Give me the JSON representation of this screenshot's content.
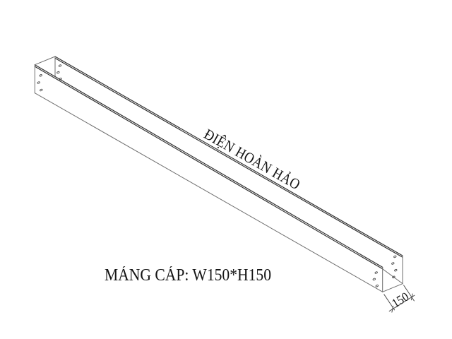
{
  "drawing": {
    "brand_text": "ĐIỆN HOÀN HẢO",
    "caption": "MÁNG CÁP: W150*H150",
    "dimension_label": "150"
  },
  "colors": {
    "background": "#ffffff",
    "edge": "#2f2f2f",
    "line": "#6e6e6e",
    "dim": "#4f4f4f",
    "hole": "#4a4a4a",
    "text": "#141414"
  }
}
